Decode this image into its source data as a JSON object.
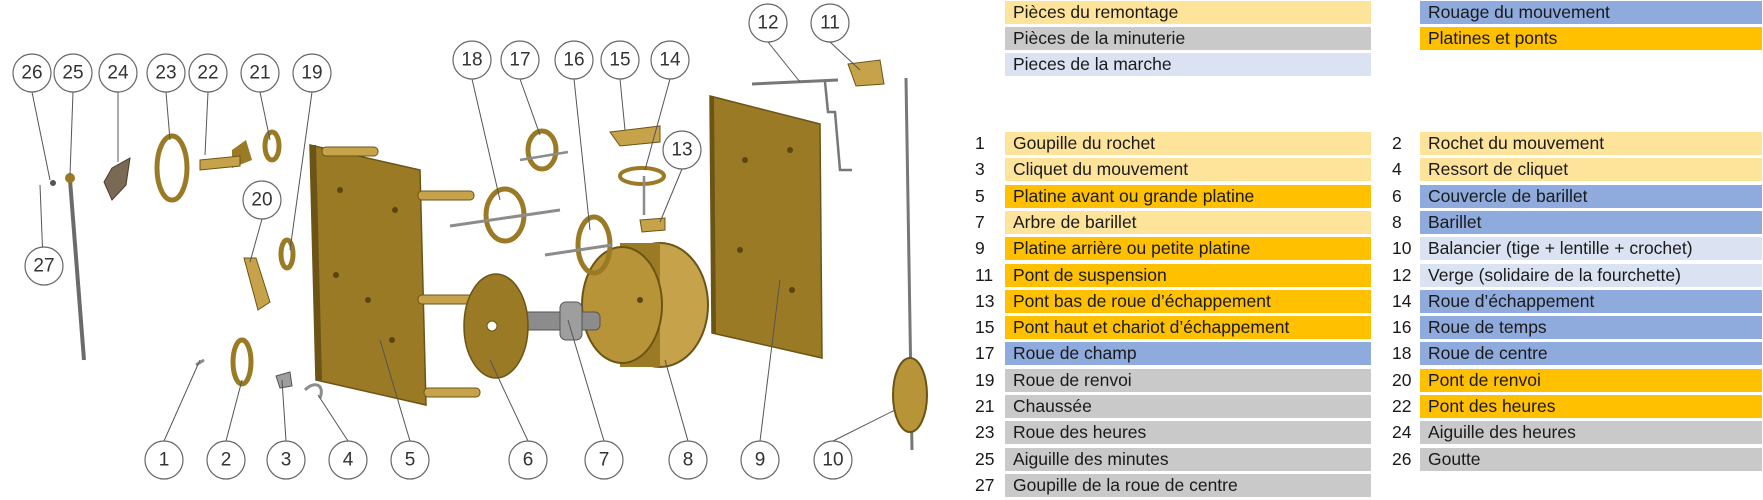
{
  "colors": {
    "remontage": "#fee39b",
    "minuterie": "#c9c9c9",
    "marche": "#dbe3f2",
    "rouage": "#8faadc",
    "platines": "#ffc000",
    "metal": "#9a7a25",
    "metal_light": "#c6a34b",
    "steel": "#8c8c8c",
    "line": "#555555"
  },
  "legend": [
    {
      "label": "Pièces du remontage",
      "category": "remontage"
    },
    {
      "label": "Pièces de la minuterie",
      "category": "minuterie"
    },
    {
      "label": "Pieces de la marche",
      "category": "marche"
    },
    {
      "label": "Rouage du mouvement",
      "category": "rouage"
    },
    {
      "label": "Platines et ponts",
      "category": "platines"
    }
  ],
  "parts": [
    {
      "n": "1",
      "name": "Goupille du rochet",
      "category": "remontage"
    },
    {
      "n": "2",
      "name": "Rochet du mouvement",
      "category": "remontage"
    },
    {
      "n": "3",
      "name": "Cliquet du mouvement",
      "category": "remontage"
    },
    {
      "n": "4",
      "name": "Ressort de cliquet",
      "category": "remontage"
    },
    {
      "n": "5",
      "name": "Platine avant ou grande platine",
      "category": "platines"
    },
    {
      "n": "6",
      "name": "Couvercle de barillet",
      "category": "rouage"
    },
    {
      "n": "7",
      "name": "Arbre de barillet",
      "category": "remontage"
    },
    {
      "n": "8",
      "name": "Barillet",
      "category": "rouage"
    },
    {
      "n": "9",
      "name": "Platine arrière ou petite platine",
      "category": "platines"
    },
    {
      "n": "10",
      "name": "Balancier (tige + lentille + crochet)",
      "category": "marche"
    },
    {
      "n": "11",
      "name": "Pont de suspension",
      "category": "platines"
    },
    {
      "n": "12",
      "name": "Verge (solidaire de la fourchette)",
      "category": "marche"
    },
    {
      "n": "13",
      "name": "Pont bas de roue d’échappement",
      "category": "platines"
    },
    {
      "n": "14",
      "name": "Roue d’échappement",
      "category": "rouage"
    },
    {
      "n": "15",
      "name": "Pont haut et chariot d’échappement",
      "category": "platines"
    },
    {
      "n": "16",
      "name": "Roue de temps",
      "category": "rouage"
    },
    {
      "n": "17",
      "name": "Roue de champ",
      "category": "rouage"
    },
    {
      "n": "18",
      "name": "Roue de centre",
      "category": "rouage"
    },
    {
      "n": "19",
      "name": "Roue de renvoi",
      "category": "minuterie"
    },
    {
      "n": "20",
      "name": "Pont de renvoi",
      "category": "platines"
    },
    {
      "n": "21",
      "name": "Chaussée",
      "category": "minuterie"
    },
    {
      "n": "22",
      "name": "Pont des heures",
      "category": "platines"
    },
    {
      "n": "23",
      "name": "Roue des heures",
      "category": "minuterie"
    },
    {
      "n": "24",
      "name": "Aiguille des heures",
      "category": "minuterie"
    },
    {
      "n": "25",
      "name": "Aiguille des minutes",
      "category": "minuterie"
    },
    {
      "n": "26",
      "name": "Goutte",
      "category": "minuterie"
    },
    {
      "n": "27",
      "name": "Goupille de la roue de centre",
      "category": "minuterie"
    }
  ]
}
